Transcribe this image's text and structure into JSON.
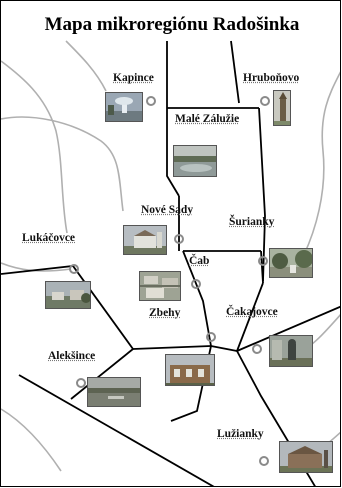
{
  "title": "Mapa mikroregiónu Radošinka",
  "colors": {
    "background": "#ffffff",
    "border_line": "#000000",
    "road_line": "#b0b0b0",
    "village_marker": "#8a8a8a",
    "text": "#111111"
  },
  "villages": [
    {
      "id": "kapince",
      "label": "Kapince"
    },
    {
      "id": "hrubonovo",
      "label": "Hruboňovo"
    },
    {
      "id": "male-zaluzie",
      "label": "Malé Zálužie"
    },
    {
      "id": "nove-sady",
      "label": "Nové Sady"
    },
    {
      "id": "surianky",
      "label": "Šurianky"
    },
    {
      "id": "lukacovce",
      "label": "Lukáčovce"
    },
    {
      "id": "cab",
      "label": "Čab"
    },
    {
      "id": "zbehy",
      "label": "Zbehy"
    },
    {
      "id": "cakajovce",
      "label": "Čakajovce"
    },
    {
      "id": "alekince",
      "label": "Alekšince"
    },
    {
      "id": "luzianky",
      "label": "Lužianky"
    }
  ],
  "photos": [
    {
      "village": "kapince",
      "icon": "fountain-photo"
    },
    {
      "village": "hrubonovo",
      "icon": "tower-photo"
    },
    {
      "village": "male-zaluzie",
      "icon": "pond-photo"
    },
    {
      "village": "nove-sady",
      "icon": "church-photo"
    },
    {
      "village": "surianky",
      "icon": "park-photo"
    },
    {
      "village": "lukacovce",
      "icon": "village-photo"
    },
    {
      "village": "cab",
      "icon": "aerial-photo"
    },
    {
      "village": "zbehy",
      "icon": "building-photo"
    },
    {
      "village": "cakajovce",
      "icon": "statue-photo"
    },
    {
      "village": "alekince",
      "icon": "landscape-photo"
    },
    {
      "village": "luzianky",
      "icon": "chapel-photo"
    }
  ]
}
